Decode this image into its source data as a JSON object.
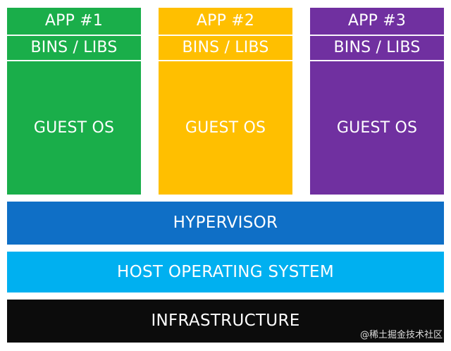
{
  "colors": {
    "vm_1": "#1aae4a",
    "vm_2": "#ffbf00",
    "vm_3": "#7030a0",
    "hypervisor": "#0f6fc6",
    "host_os": "#00b0f0",
    "infrastructure": "#0c0c0c",
    "text": "#ffffff",
    "watermark": "#dcdcdc"
  },
  "vms": [
    {
      "app_label": "APP #1",
      "bins_label": "BINS / LIBS",
      "guest_os_label": "GUEST OS"
    },
    {
      "app_label": "APP #2",
      "bins_label": "BINS / LIBS",
      "guest_os_label": "GUEST OS"
    },
    {
      "app_label": "APP #3",
      "bins_label": "BINS / LIBS",
      "guest_os_label": "GUEST OS"
    }
  ],
  "layers": {
    "hypervisor": "HYPERVISOR",
    "host_os": "HOST OPERATING SYSTEM",
    "infrastructure": "INFRASTRUCTURE"
  },
  "watermark": "@稀土掘金技术社区"
}
